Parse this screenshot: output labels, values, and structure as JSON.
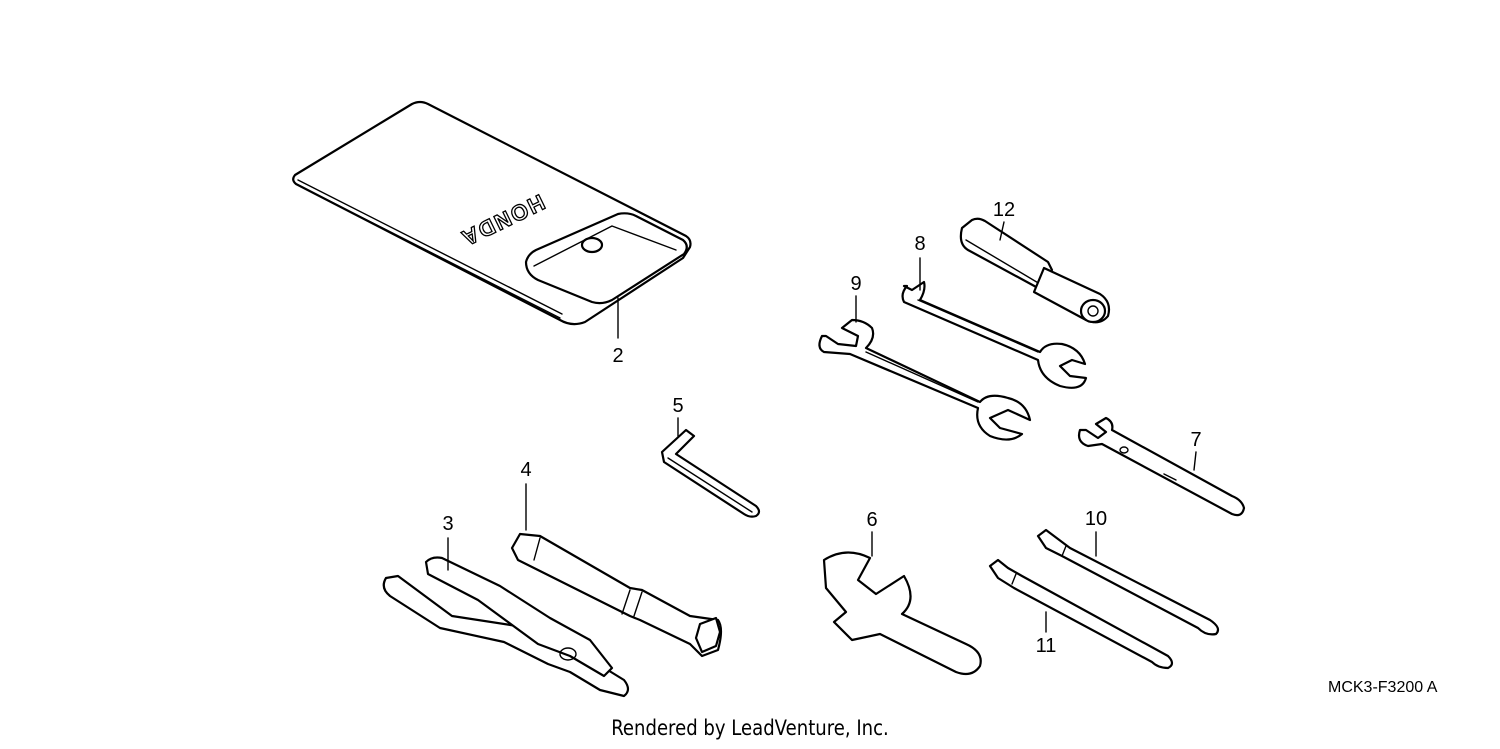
{
  "diagram": {
    "logo_text": "HONDA",
    "part_code": "MCK3-F3200 A",
    "credit": "Rendered by LeadVenture, Inc.",
    "callouts": [
      {
        "id": "2",
        "label": "2"
      },
      {
        "id": "3",
        "label": "3"
      },
      {
        "id": "4",
        "label": "4"
      },
      {
        "id": "5",
        "label": "5"
      },
      {
        "id": "6",
        "label": "6"
      },
      {
        "id": "7",
        "label": "7"
      },
      {
        "id": "8",
        "label": "8"
      },
      {
        "id": "9",
        "label": "9"
      },
      {
        "id": "10",
        "label": "10"
      },
      {
        "id": "11",
        "label": "11"
      },
      {
        "id": "12",
        "label": "12"
      }
    ]
  }
}
